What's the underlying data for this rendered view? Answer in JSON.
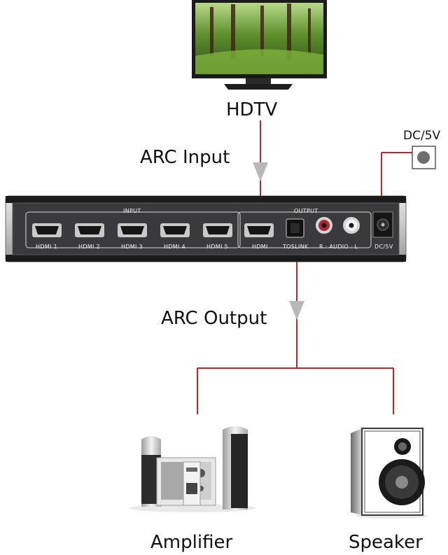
{
  "labels": {
    "hdtv": "HDTV",
    "arc_input": "ARC Input",
    "arc_output": "ARC Output",
    "dc_power": "DC/5V",
    "amplifier": "Amplifier",
    "speaker": "Speaker"
  },
  "panel": {
    "input_group": "INPUT",
    "output_group": "OUTPUT",
    "hdmi_inputs": [
      "HDMI 1",
      "HDMI 2",
      "HDMI 3",
      "HDMI 4",
      "HDMI 5"
    ],
    "hdmi_output": "HDMI",
    "toslink": "TOSLINK",
    "analog_audio": "R · AUDIO · L",
    "dc_port": "DC/5V"
  },
  "colors": {
    "connector_line": "#b52a2a",
    "arrow": "#b8b8b8",
    "panel_face": "#3a3a3d"
  }
}
